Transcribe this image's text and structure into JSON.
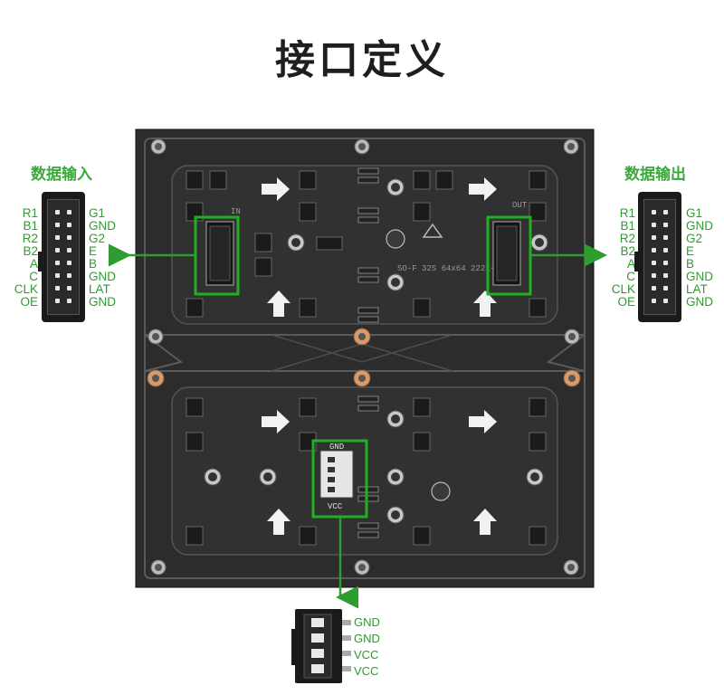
{
  "title": "接口定义",
  "input": {
    "title": "数据输入",
    "left_pins": [
      "R1",
      "B1",
      "R2",
      "B2",
      "A",
      "C",
      "CLK",
      "OE"
    ],
    "right_pins": [
      "G1",
      "GND",
      "G2",
      "E",
      "B",
      "GND",
      "LAT",
      "GND"
    ]
  },
  "output": {
    "title": "数据输出",
    "left_pins": [
      "R1",
      "B1",
      "R2",
      "B2",
      "A",
      "C",
      "CLK",
      "OE"
    ],
    "right_pins": [
      "G1",
      "GND",
      "G2",
      "E",
      "B",
      "GND",
      "LAT",
      "GND"
    ]
  },
  "power": {
    "pins": [
      "GND",
      "GND",
      "VCC",
      "VCC"
    ]
  },
  "board": {
    "in_label": "IN",
    "out_label": "OUT",
    "silkscreen": "SO-F  32S 64x64 2221-V2.3",
    "power_gnd": "GND",
    "power_vcc": "VCC"
  },
  "colors": {
    "accent": "#2e9c2e",
    "board": "#2b2b2b",
    "highlight_box": "#22b022"
  }
}
